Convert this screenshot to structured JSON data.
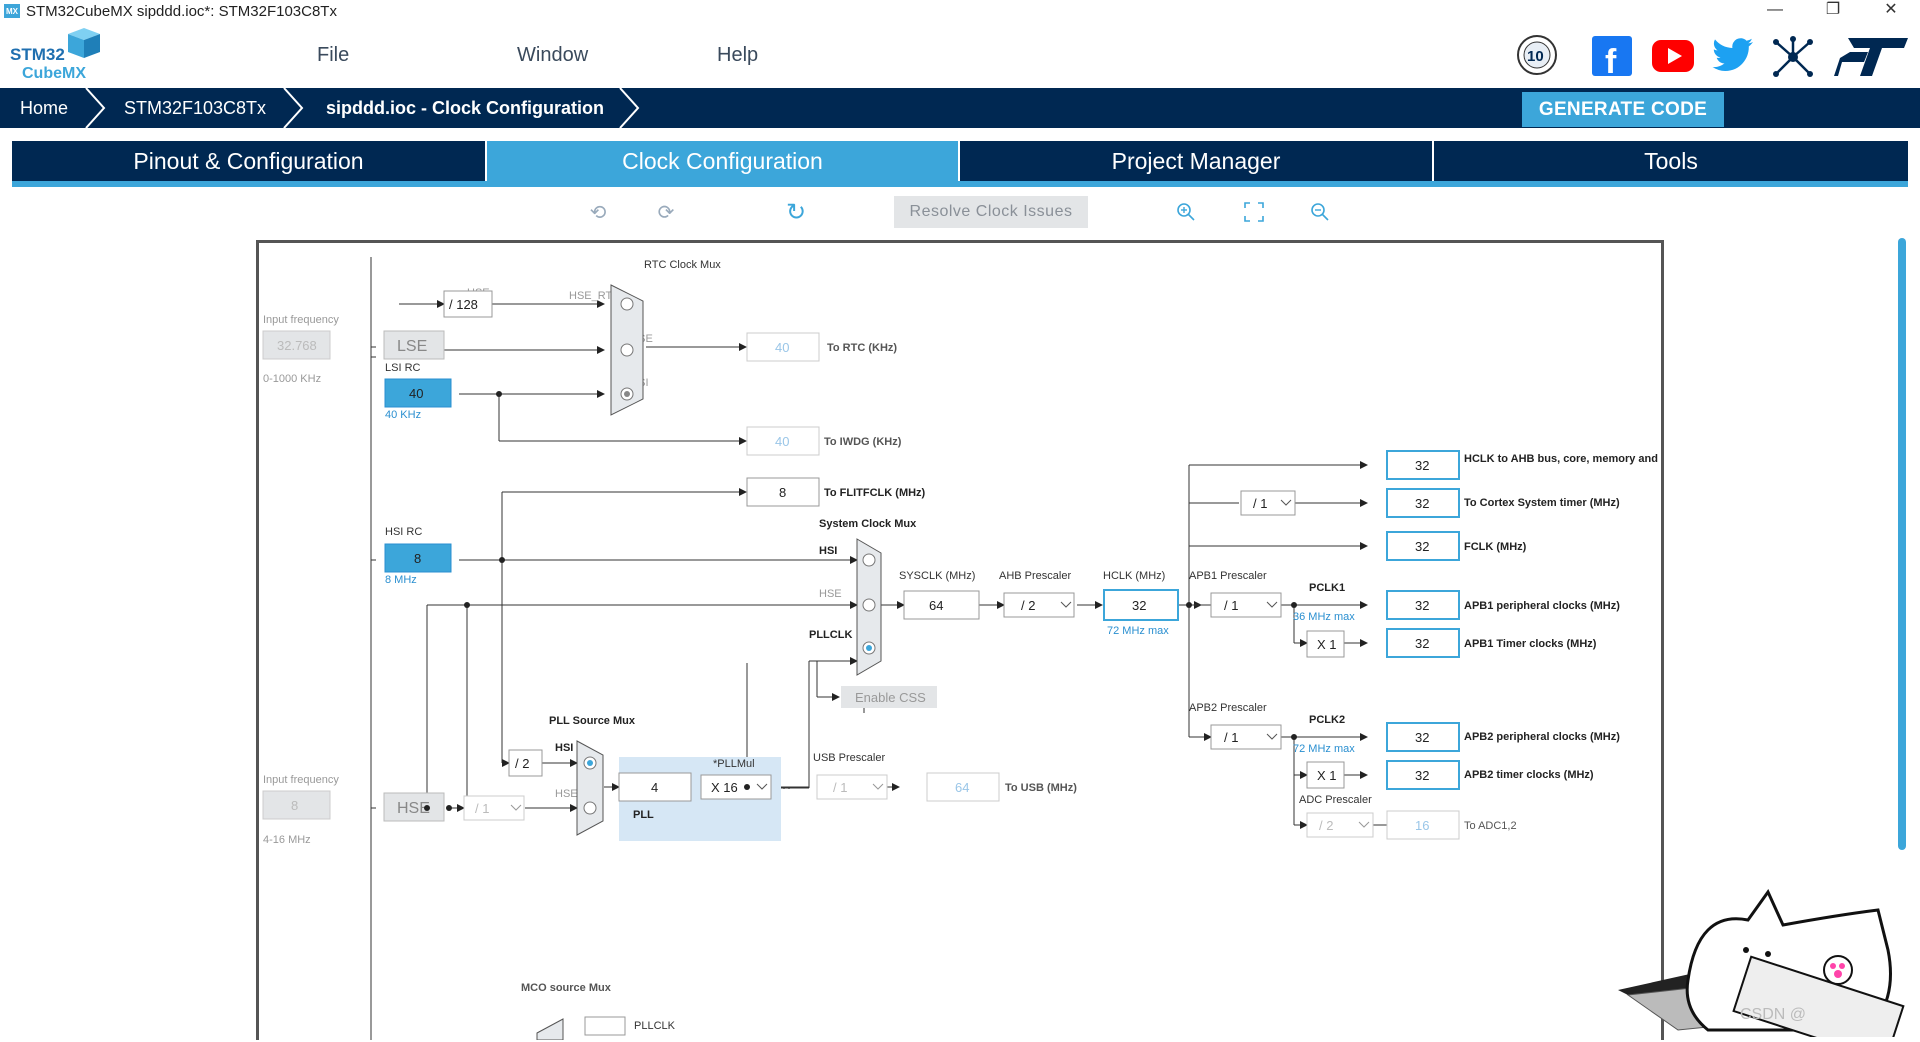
{
  "window": {
    "title": "STM32CubeMX sipddd.ioc*: STM32F103C8Tx",
    "app_icon": "MX",
    "minimize": "—",
    "maximize": "❐",
    "close": "✕"
  },
  "logo": {
    "line1": "STM32",
    "line2": "CubeMX"
  },
  "menu": {
    "file": "File",
    "window": "Window",
    "help": "Help"
  },
  "social_icons": [
    "anniversary-10-icon",
    "facebook-icon",
    "youtube-icon",
    "twitter-icon",
    "network-icon",
    "st-logo-icon"
  ],
  "breadcrumb": {
    "home": "Home",
    "chip": "STM32F103C8Tx",
    "current": "sipddd.ioc - Clock Configuration"
  },
  "generate_button": "GENERATE CODE",
  "tabs": {
    "pinout": "Pinout & Configuration",
    "clock": "Clock Configuration",
    "project": "Project Manager",
    "tools": "Tools"
  },
  "toolbar": {
    "resolve": "Resolve Clock Issues"
  },
  "colors": {
    "navy": "#002852",
    "accent": "#3ca6da"
  },
  "clock": {
    "input_freq_label": "Input frequency",
    "lse_freq": "32.768",
    "lse_range": "0-1000 KHz",
    "lse": "LSE",
    "lsi_rc": "LSI RC",
    "lsi_val": "40",
    "lsi_unit": "40 KHz",
    "rtc_mux": "RTC Clock Mux",
    "hse_label": "HSE",
    "div128": "/ 128",
    "hse_rtc": "HSE_RTC",
    "lse_sig": "LSE",
    "lsi_sig": "LSI",
    "rtc_val": "40",
    "rtc_to": "To RTC (KHz)",
    "iwdg_val": "40",
    "iwdg_to": "To IWDG (KHz)",
    "flit_val": "8",
    "flit_to": "To FLITFCLK (MHz)",
    "hsi_rc": "HSI RC",
    "hsi_val": "8",
    "hsi_unit": "8 MHz",
    "sys_mux": "System Clock Mux",
    "hsi_sig": "HSI",
    "hse_sig": "HSE",
    "pllclk_sig": "PLLCLK",
    "sysclk_label": "SYSCLK (MHz)",
    "sysclk": "64",
    "ahb_label": "AHB Prescaler",
    "ahb": "/ 2",
    "hclk_label": "HCLK (MHz)",
    "hclk": "32",
    "hclk_max": "72 MHz max",
    "apb1_label": "APB1 Prescaler",
    "apb1": "/ 1",
    "pclk1": "PCLK1",
    "pclk1_max": "36 MHz max",
    "x1": "X 1",
    "apb2_label": "APB2 Prescaler",
    "apb2": "/ 1",
    "pclk2": "PCLK2",
    "pclk2_max": "72 MHz max",
    "x1b": "X 1",
    "adc_label": "ADC Prescaler",
    "adc": "/ 2",
    "adc_val": "16",
    "adc_to": "To ADC1,2",
    "cortex_div": "/ 1",
    "out_ahb": "32",
    "out_ahb_lbl": "HCLK to AHB bus, core, memory and DMA (MHz)",
    "out_cortex": "32",
    "out_cortex_lbl": "To Cortex System timer (MHz)",
    "out_fclk": "32",
    "out_fclk_lbl": "FCLK (MHz)",
    "out_apb1": "32",
    "out_apb1_lbl": "APB1 peripheral clocks (MHz)",
    "out_apb1t": "32",
    "out_apb1t_lbl": "APB1 Timer clocks (MHz)",
    "out_apb2": "32",
    "out_apb2_lbl": "APB2 peripheral clocks (MHz)",
    "out_apb2t": "32",
    "out_apb2t_lbl": "APB2 timer clocks (MHz)",
    "css": "Enable CSS",
    "pll_mux": "PLL Source Mux",
    "div2": "/ 2",
    "pll_hsi": "HSI",
    "pll_hse": "HSE",
    "pll_in": "4",
    "pllmul_label": "*PLLMul",
    "pllmul": "X 16",
    "pll": "PLL",
    "usb_label": "USB Prescaler",
    "usb_div": "/ 1",
    "usb_val": "64",
    "usb_to": "To USB (MHz)",
    "hse_freq": "8",
    "hse_range": "4-16 MHz",
    "hse_box": "HSE",
    "hse_div": "/ 1",
    "mco_label": "MCO source Mux",
    "mco_pllclk": "PLLCLK"
  },
  "watermark": "CSDN @"
}
